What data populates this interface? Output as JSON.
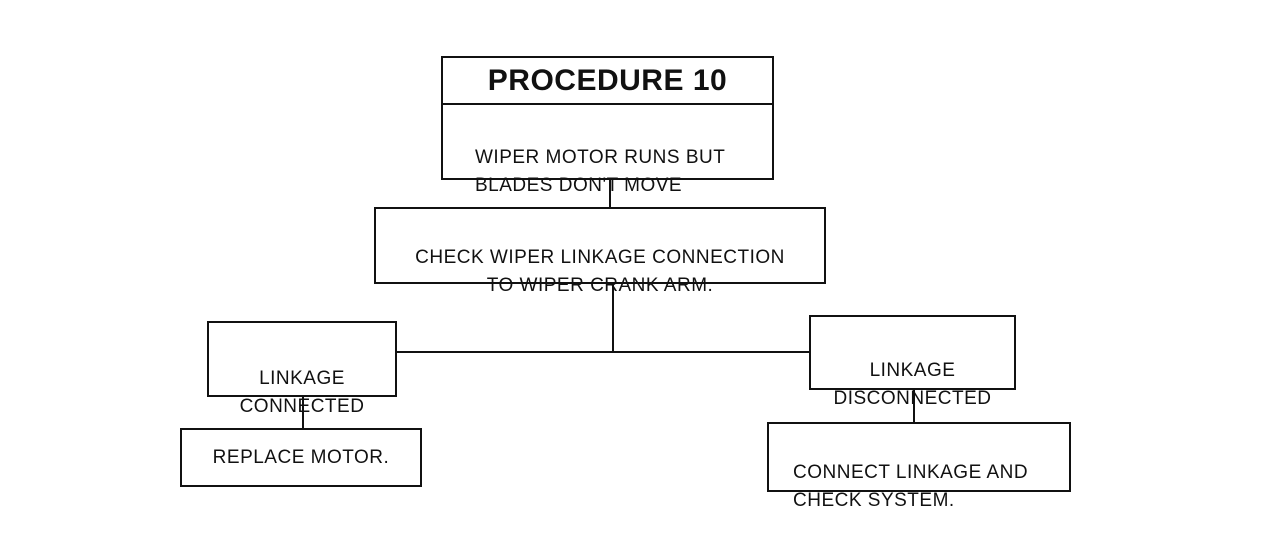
{
  "diagram": {
    "title": "PROCEDURE 10",
    "problem": "WIPER MOTOR RUNS BUT\nBLADES DON'T MOVE",
    "check_step": "CHECK WIPER LINKAGE CONNECTION\nTO WIPER CRANK ARM.",
    "branch_connected": "LINKAGE\nCONNECTED",
    "branch_disconnected": "LINKAGE\nDISCONNECTED",
    "action_connected": "REPLACE MOTOR.",
    "action_disconnected": "CONNECT LINKAGE AND\nCHECK SYSTEM."
  }
}
